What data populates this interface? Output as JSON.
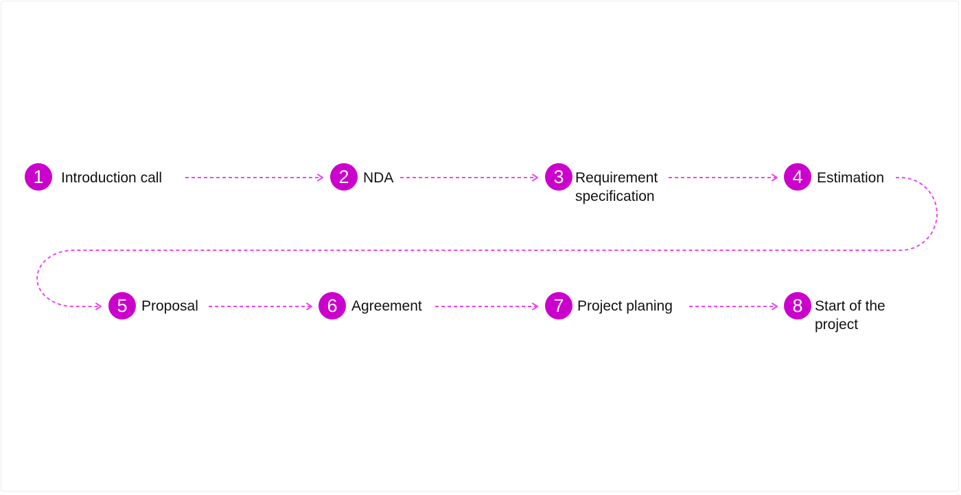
{
  "accent_color": "#cc00cc",
  "connector_color": "#ee44ee",
  "steps": [
    {
      "number": "1",
      "label": "Introduction call"
    },
    {
      "number": "2",
      "label": "NDA"
    },
    {
      "number": "3",
      "label": "Requirement\nspecification"
    },
    {
      "number": "4",
      "label": "Estimation"
    },
    {
      "number": "5",
      "label": "Proposal"
    },
    {
      "number": "6",
      "label": "Agreement"
    },
    {
      "number": "7",
      "label": "Project planing"
    },
    {
      "number": "8",
      "label": "Start of the\nproject"
    }
  ]
}
